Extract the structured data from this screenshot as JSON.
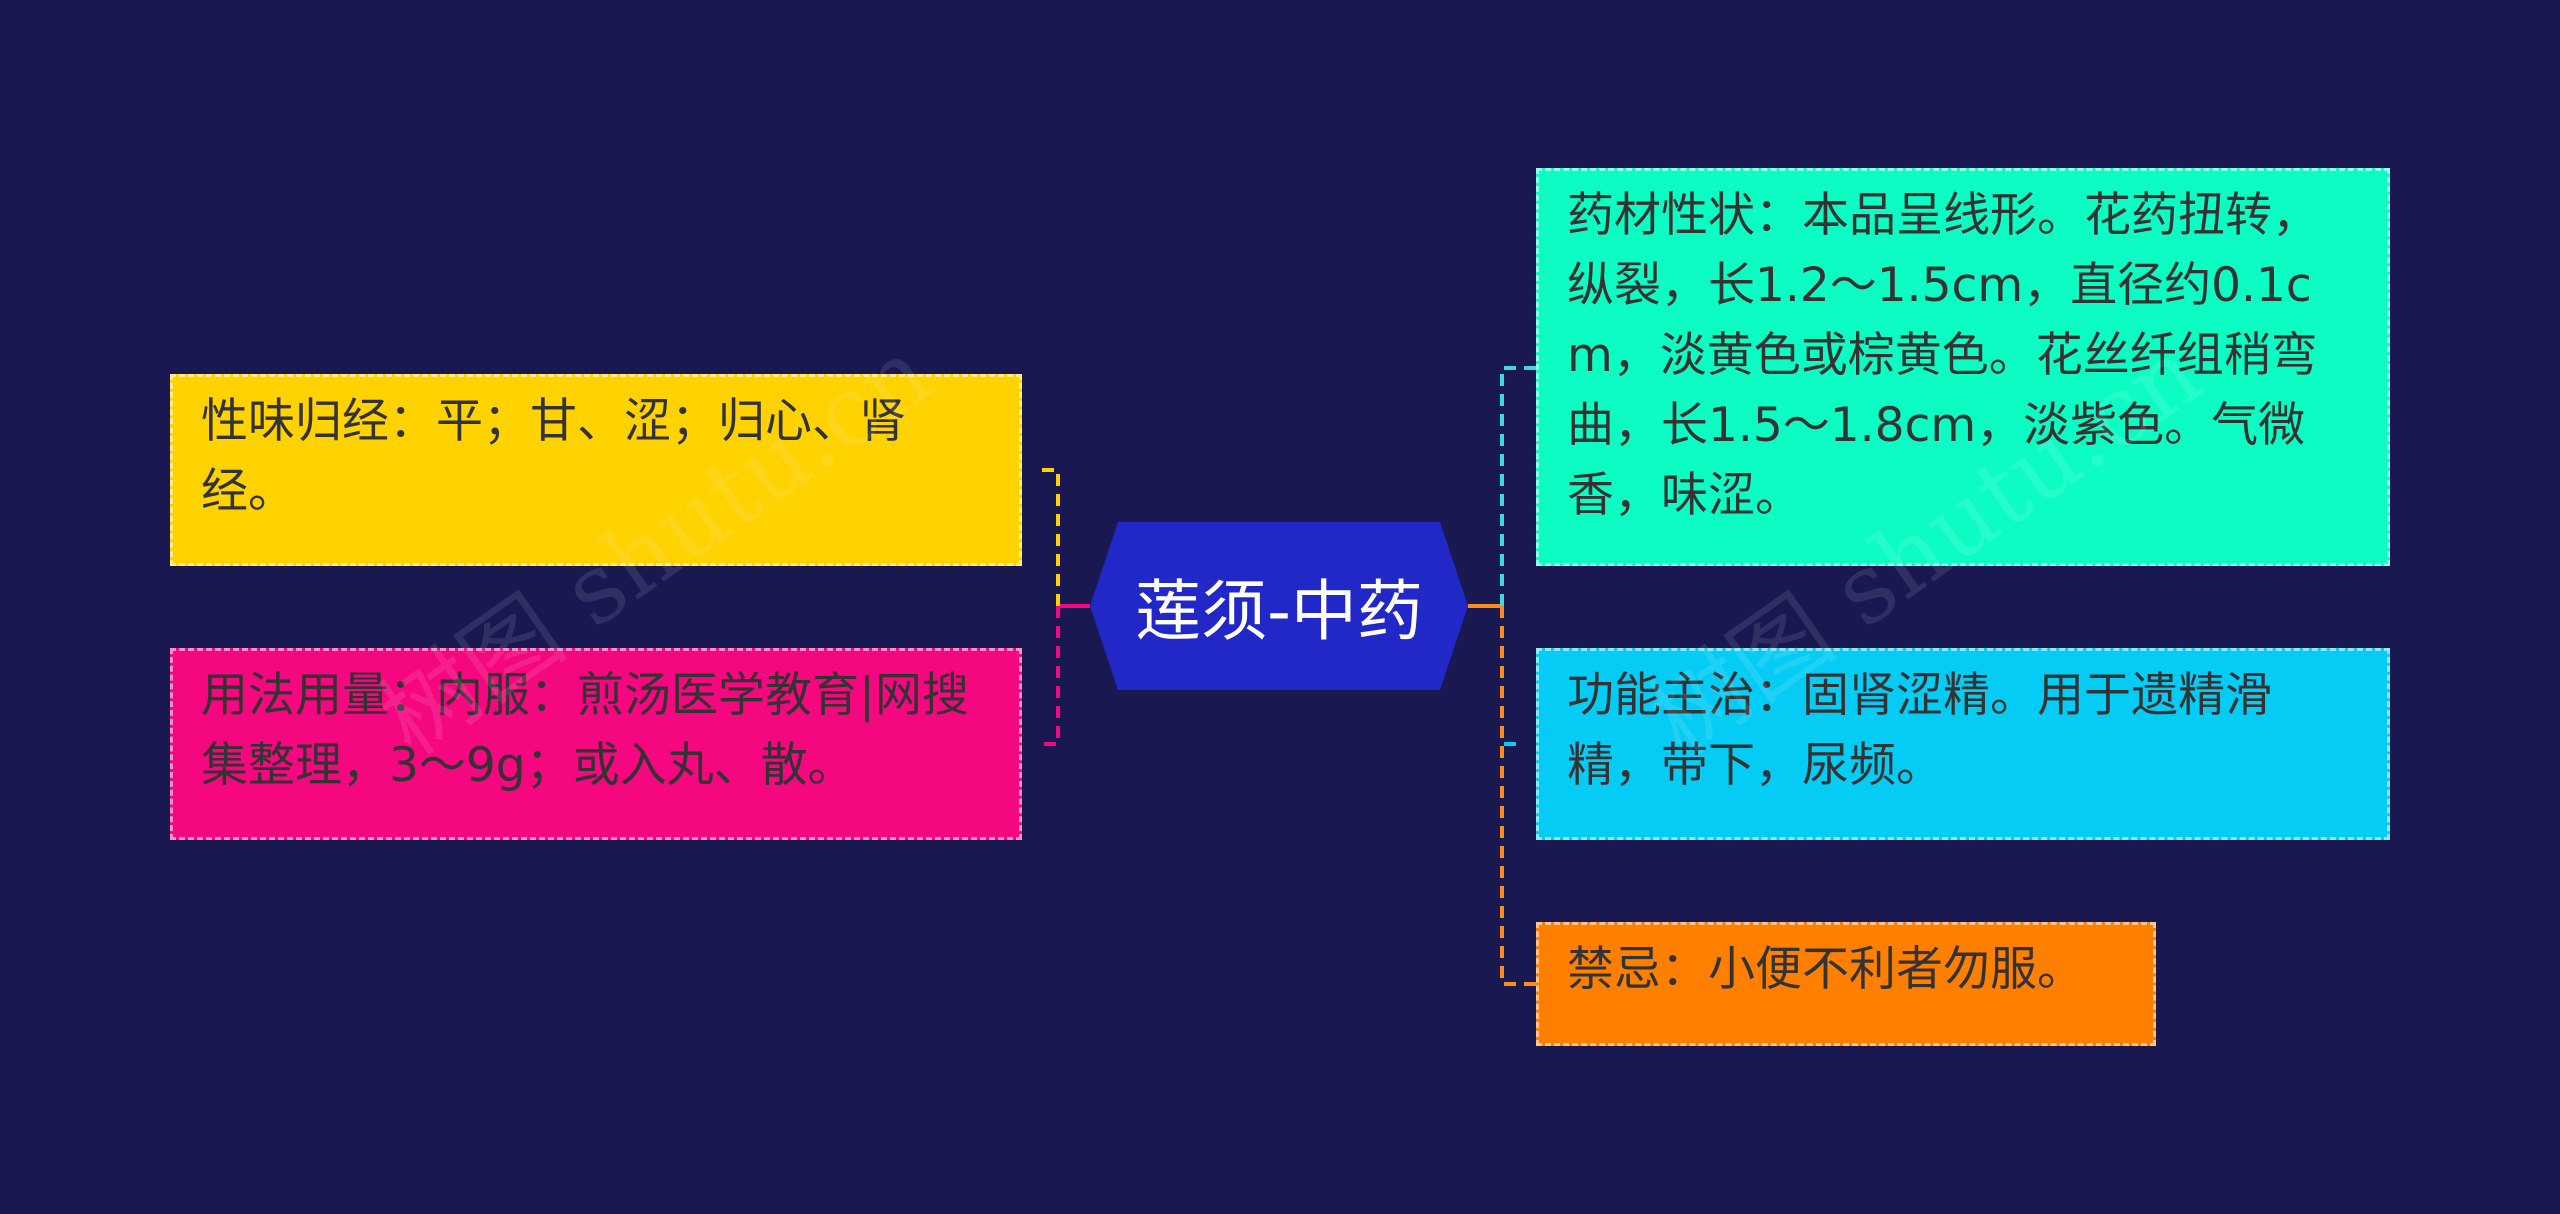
{
  "central": {
    "title": "莲须-中药",
    "color": "#2227c7"
  },
  "left_branches": [
    {
      "text": "性味归经：平；甘、涩；归心、肾经。",
      "color": "#ffd200",
      "line_color": "#ffd200"
    },
    {
      "text": "用法用量：内服：煎汤医学教育|网搜集整理，3～9g；或入丸、散。",
      "color": "#f5077f",
      "line_color": "#f5077f"
    }
  ],
  "right_branches": [
    {
      "text": "药材性状：本品呈线形。花药扭转，纵裂，长1.2～1.5cm，直径约0.1cm，淡黄色或棕黄色。花丝纤组稍弯曲，长1.5～1.8cm，淡紫色。气微香，味涩。",
      "color": "#0cfcc4",
      "line_color": "#3fd9dc"
    },
    {
      "text": "功能主治：固肾涩精。用于遗精滑精，带下，尿频。",
      "color": "#05ccf4",
      "line_color": "#05ccf4"
    },
    {
      "text": "禁忌：小便不利者勿服。",
      "color": "#ff7f00",
      "line_color": "#ff8c1a"
    }
  ],
  "watermark": "树图 shutu.cn",
  "background": "#191850"
}
